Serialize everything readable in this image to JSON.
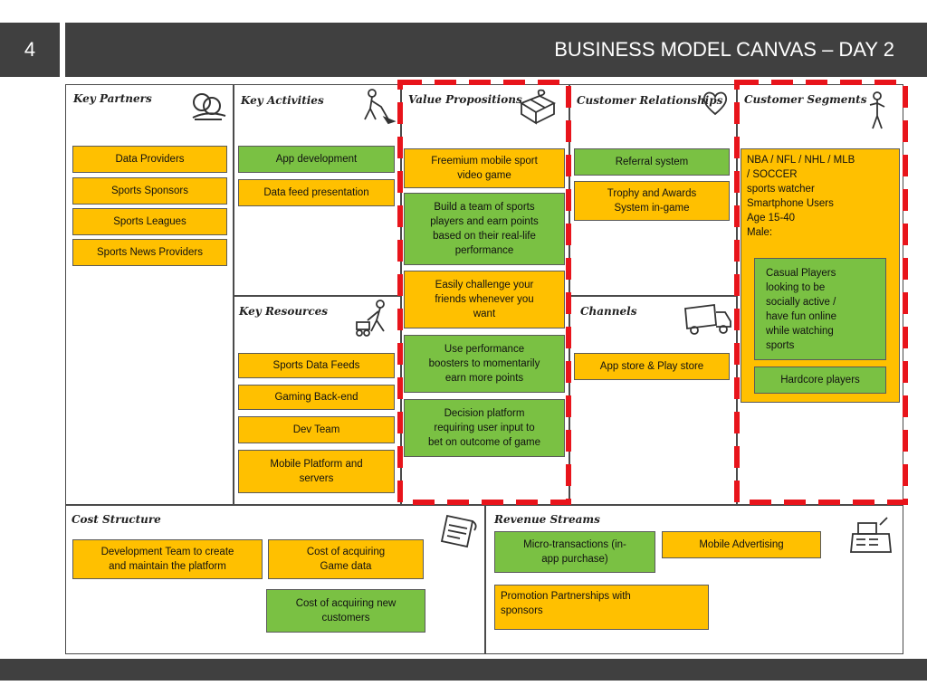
{
  "header": {
    "slide_number": "4",
    "title": "BUSINESS MODEL CANVAS – DAY 2"
  },
  "sections": {
    "key_partners": "Key Partners",
    "key_activities": "Key Activities",
    "key_resources": "Key Resources",
    "value_propositions": "Value Propositions",
    "customer_relationships": "Customer Relationships",
    "channels": "Channels",
    "customer_segments": "Customer Segments",
    "cost_structure": "Cost Structure",
    "revenue_streams": "Revenue Streams"
  },
  "key_partners": [
    "Data Providers",
    "Sports Sponsors",
    "Sports Leagues",
    "Sports News Providers"
  ],
  "key_activities": [
    "App development",
    "Data feed presentation"
  ],
  "key_resources": [
    "Sports Data Feeds",
    "Gaming Back-end",
    "Dev Team",
    "Mobile Platform and\nservers"
  ],
  "value_propositions": [
    "Freemium mobile sport\nvideo game",
    "Build a team of sports\nplayers and earn points\nbased on their real-life\nperformance",
    "Easily challenge your\nfriends whenever you\nwant",
    "Use performance\nboosters to momentarily\nearn more points",
    "Decision platform\nrequiring user input to\nbet on outcome of game"
  ],
  "customer_relationships": [
    "Referral system",
    "Trophy and Awards\nSystem in-game"
  ],
  "channels": [
    "App store & Play store"
  ],
  "customer_segments": {
    "main": "NBA / NFL / NHL / MLB\n/ SOCCER\nsports watcher\nSmartphone Users\nAge 15-40\nMale:",
    "casual": "Casual Players\nlooking to be\nsocially active /\nhave fun online\nwhile watching\nsports",
    "hardcore": "Hardcore players"
  },
  "cost_structure": [
    "Development Team to create\nand maintain the platform",
    "Cost of acquiring\nGame data",
    "Cost of acquiring new\ncustomers"
  ],
  "revenue_streams": [
    "Micro-transactions (in-\napp purchase)",
    "Mobile Advertising",
    "Promotion Partnerships with\nsponsors"
  ],
  "colors": {
    "header_bg": "#404040",
    "yellow_box": "#ffc000",
    "green_box": "#7ac143",
    "dash_red": "#e8141b"
  }
}
